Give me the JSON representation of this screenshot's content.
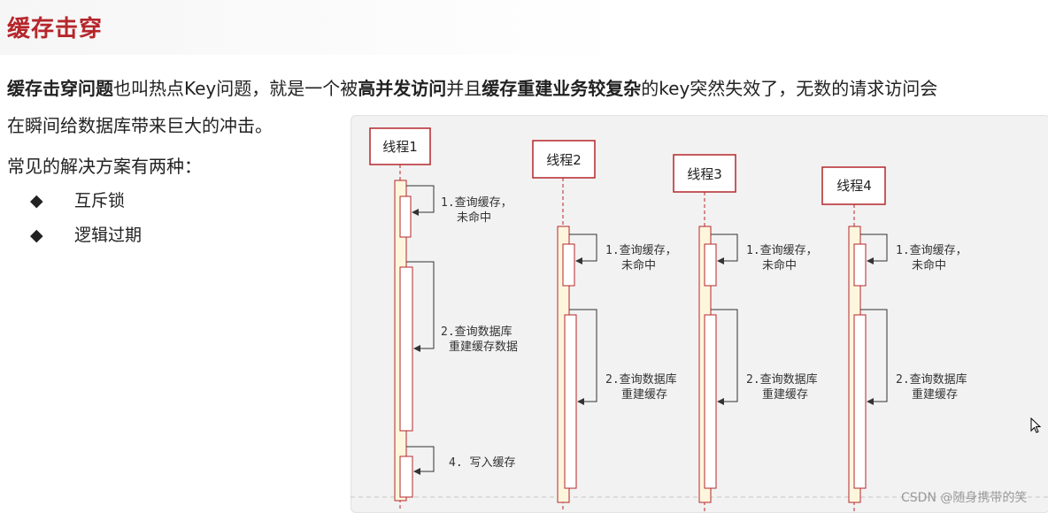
{
  "page": {
    "title": "缓存击穿",
    "para1": {
      "bold1": "缓存击穿问题",
      "text1": "也叫热点Key问题，就是一个被",
      "bold2": "高并发访问",
      "text2": "并且",
      "bold3": "缓存重建业务较复杂",
      "text3": "的key突然失效了，无数的请求访问会"
    },
    "para2": "在瞬间给数据库带来巨大的冲击。",
    "para3": "常见的解决方案有两种：",
    "bullets": [
      {
        "symbol": "◆",
        "label": "互斥锁"
      },
      {
        "symbol": "◆",
        "label": "逻辑过期"
      }
    ],
    "watermark": "CSDN @随身携带的笑"
  },
  "diagram": {
    "threads": [
      {
        "label": "线程1",
        "steps": [
          {
            "line1": "1.查询缓存，",
            "line2": "未命中"
          },
          {
            "line1": "2.查询数据库",
            "line2": "重建缓存数据"
          },
          {
            "line1": "4. 写入缓存",
            "line2": ""
          }
        ]
      },
      {
        "label": "线程2",
        "steps": [
          {
            "line1": "1.查询缓存，",
            "line2": "未命中"
          },
          {
            "line1": "2.查询数据库",
            "line2": "重建缓存"
          }
        ]
      },
      {
        "label": "线程3",
        "steps": [
          {
            "line1": "1.查询缓存，",
            "line2": "未命中"
          },
          {
            "line1": "2.查询数据库",
            "line2": "重建缓存"
          }
        ]
      },
      {
        "label": "线程4",
        "steps": [
          {
            "line1": "1.查询缓存，",
            "line2": "未命中"
          },
          {
            "line1": "2.查询数据库",
            "line2": "重建缓存"
          }
        ]
      }
    ],
    "colors": {
      "box_stroke": "#b5262b",
      "activation_fill": "#fdf6dc",
      "arrow": "#333333",
      "lifeline": "#b5262b"
    }
  }
}
